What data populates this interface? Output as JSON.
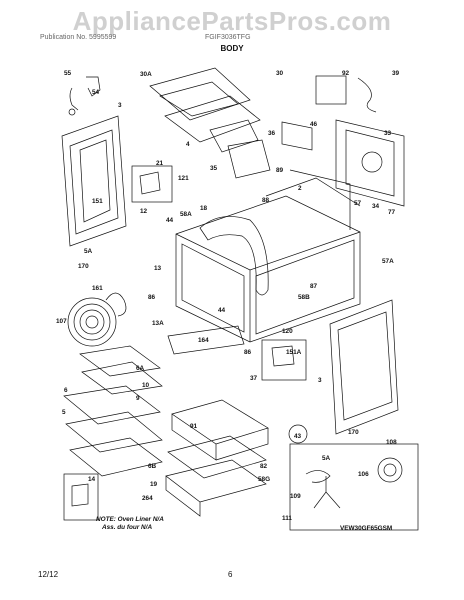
{
  "watermark": "AppliancePartsPros.com",
  "header": {
    "left": "Publication No. 5995599",
    "right": "FGIF3036TFG",
    "section_title": "BODY"
  },
  "parts": {
    "p55": "55",
    "p54": "54",
    "p3a": "3",
    "p151a": "151",
    "p5a1": "5A",
    "p170a": "170",
    "p30a": "30A",
    "p30": "30",
    "p92": "92",
    "p39": "39",
    "p4": "4",
    "p36": "36",
    "p46": "46",
    "p33": "33",
    "p21": "21",
    "p121": "121",
    "p35": "35",
    "p89": "89",
    "p2": "2",
    "p88": "88",
    "p58a": "58A",
    "p18": "18",
    "p12": "12",
    "p44a": "44",
    "p57": "57",
    "p34": "34",
    "p77": "77",
    "p57a": "57A",
    "p13": "13",
    "p161": "161",
    "p107": "107",
    "p86a": "86",
    "p13a": "13A",
    "p87": "87",
    "p58b": "58B",
    "p44b": "44",
    "p120": "120",
    "p164": "164",
    "p86b": "86",
    "p151a2": "151A",
    "p3b": "3",
    "p37": "37",
    "p6a": "6A",
    "p10": "10",
    "p6": "6",
    "p9": "9",
    "p5": "5",
    "p43": "43",
    "p170b": "170",
    "p108": "108",
    "p91": "91",
    "p82": "82",
    "p6b": "6B",
    "p14": "14",
    "p19": "19",
    "p264": "264",
    "p58g": "58G",
    "p5a2": "5A",
    "p106": "106",
    "p109": "109",
    "p111": "111"
  },
  "note": {
    "line1": "NOTE: Oven Liner N/A",
    "line2": "Ass. du four N/A"
  },
  "model_code": "VEW30GF65GSM",
  "footer": {
    "date": "12/12",
    "page": "6"
  }
}
